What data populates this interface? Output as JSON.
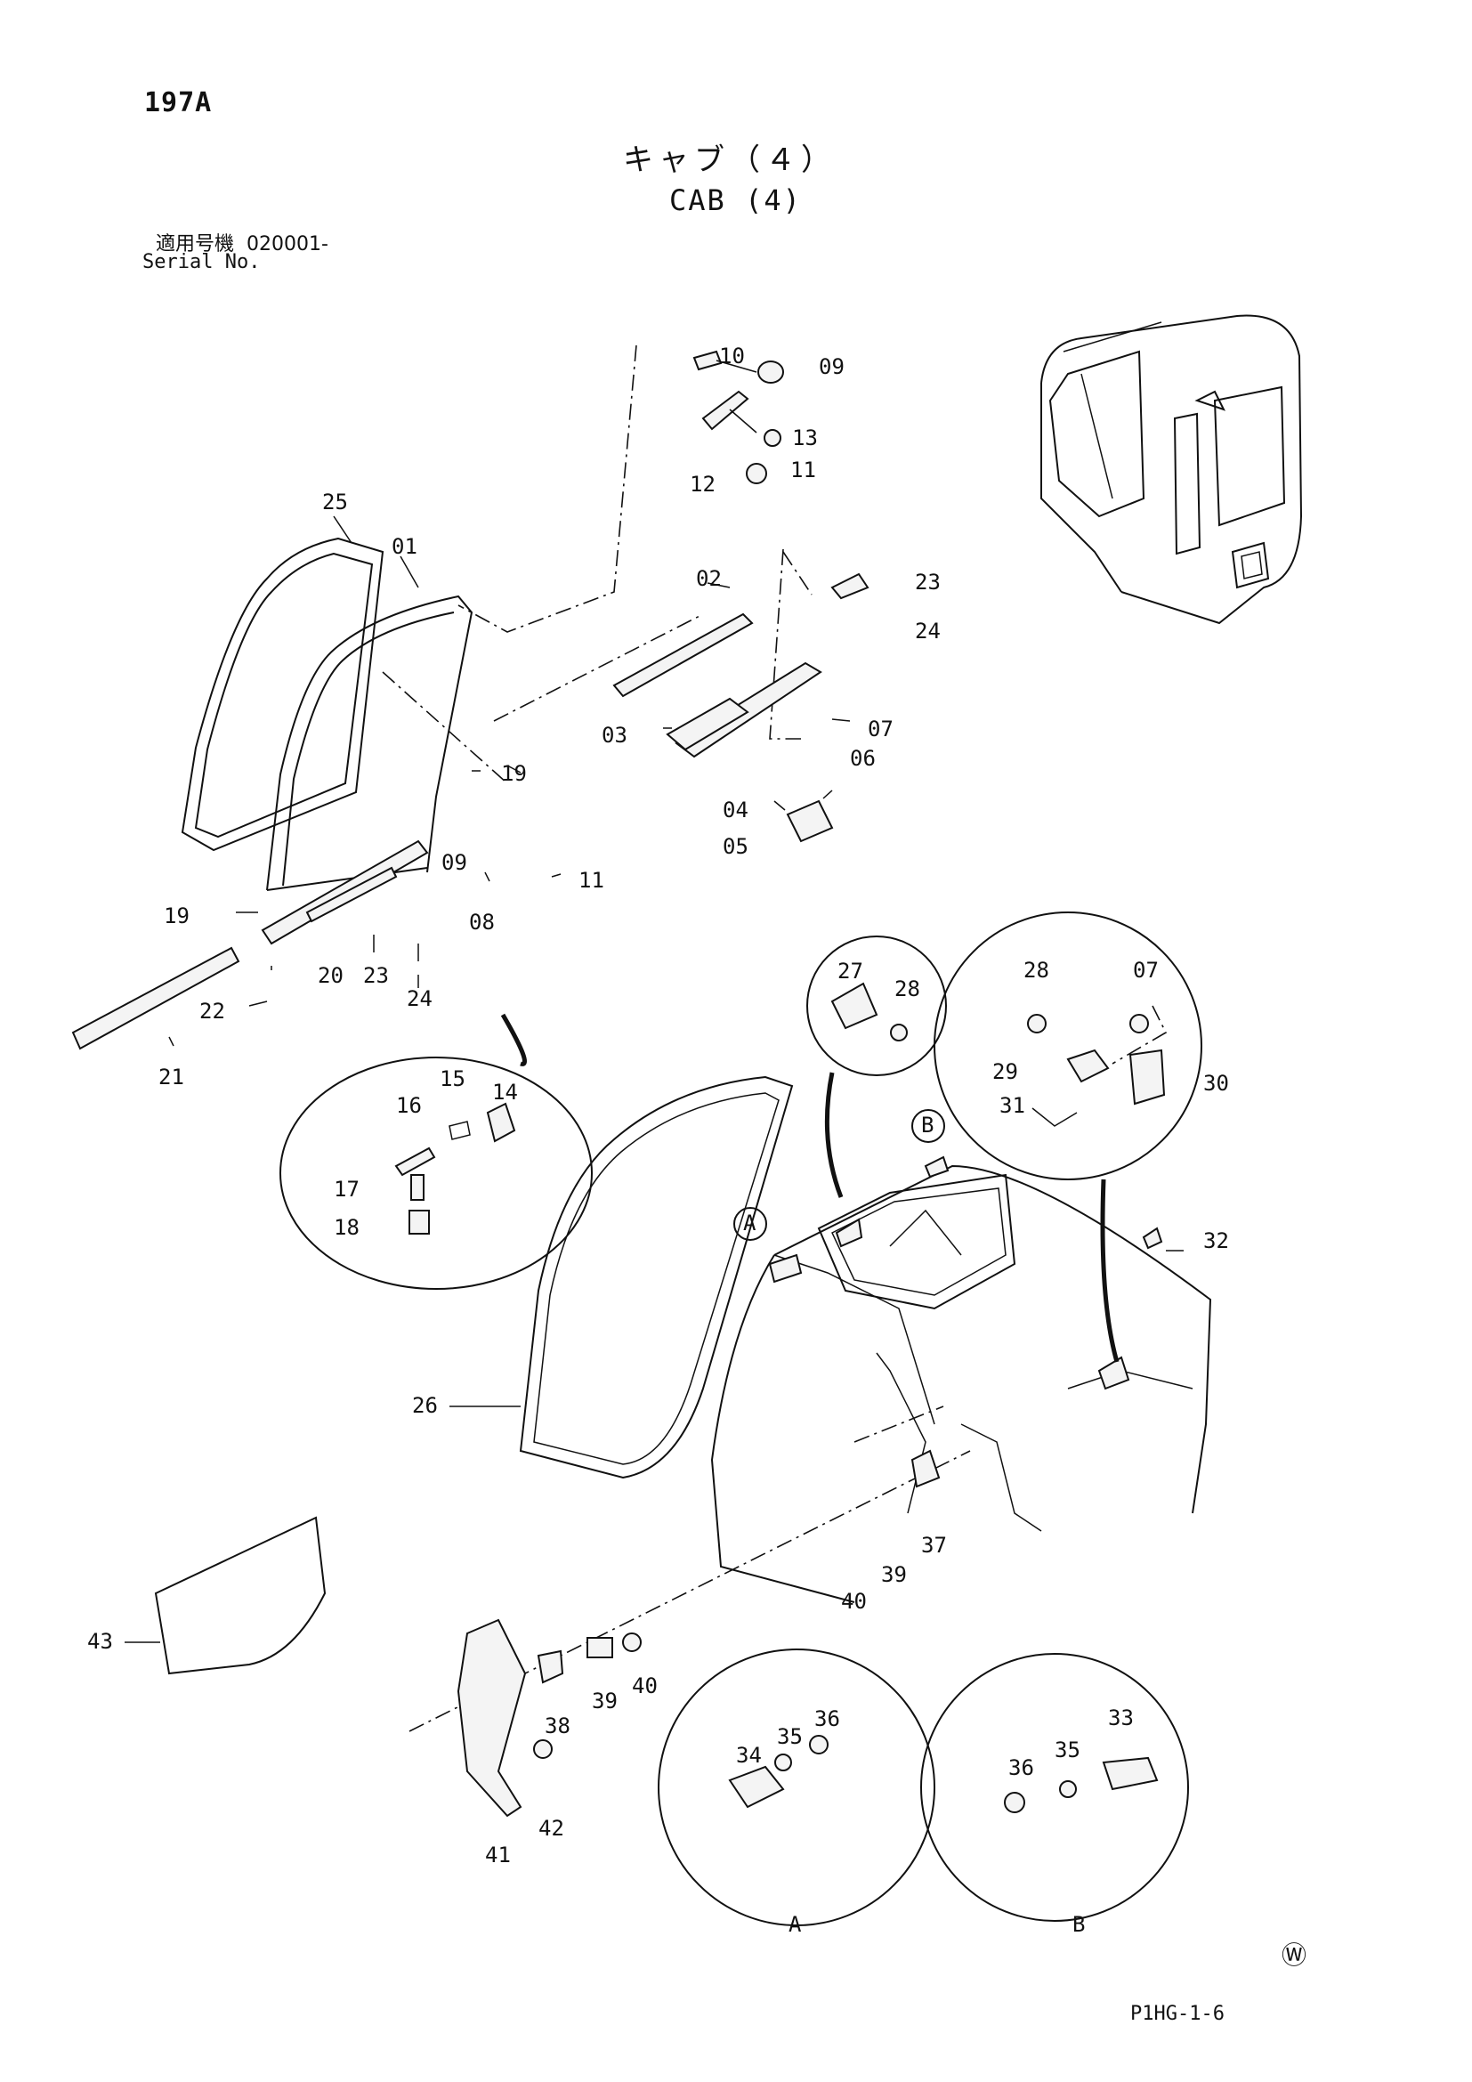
{
  "page_number": "197A",
  "title_jp": "キャブ（４）",
  "title_en": "CAB (4)",
  "serial_label_jp": "適用号機",
  "serial_label_en": "Serial No.",
  "serial_value": "020001-",
  "footer_code": "P1HG-1-6",
  "watermark": "Ⓦ",
  "callouts": {
    "c01": "01",
    "c02": "02",
    "c03": "03",
    "c04": "04",
    "c05": "05",
    "c06": "06",
    "c07a": "07",
    "c07b": "07",
    "c08": "08",
    "c09a": "09",
    "c09b": "09",
    "c10": "10",
    "c11a": "11",
    "c11b": "11",
    "c12": "12",
    "c13": "13",
    "c14": "14",
    "c15": "15",
    "c16": "16",
    "c17": "17",
    "c18": "18",
    "c19a": "19",
    "c19b": "19",
    "c20": "20",
    "c21": "21",
    "c22": "22",
    "c23a": "23",
    "c23b": "23",
    "c24a": "24",
    "c24b": "24",
    "c25": "25",
    "c26": "26",
    "c27": "27",
    "c28a": "28",
    "c28b": "28",
    "c29": "29",
    "c30": "30",
    "c31": "31",
    "c32": "32",
    "c33": "33",
    "c34": "34",
    "c35a": "35",
    "c35b": "35",
    "c36a": "36",
    "c36b": "36",
    "c37": "37",
    "c38": "38",
    "c39a": "39",
    "c39b": "39",
    "c40a": "40",
    "c40b": "40",
    "c41": "41",
    "c42": "42",
    "c43": "43"
  },
  "detail_markers": {
    "marker_a": "A",
    "marker_b": "B",
    "detail_a": "A",
    "detail_b": "B"
  }
}
